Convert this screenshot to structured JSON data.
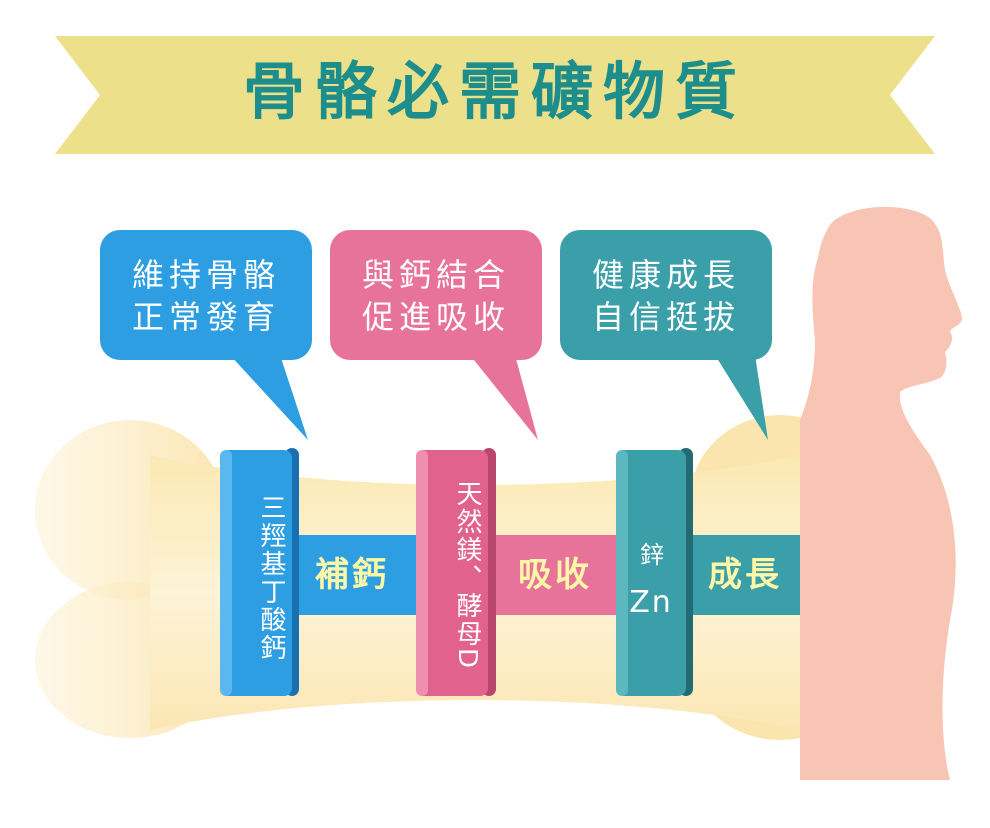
{
  "title": "骨骼必需礦物質",
  "bubbles": [
    {
      "line1": "維持骨骼",
      "line2": "正常發育"
    },
    {
      "line1": "與鈣結合",
      "line2": "促進吸收"
    },
    {
      "line1": "健康成長",
      "line2": "自信挺拔"
    }
  ],
  "rings": [
    {
      "label": "三羥基丁酸鈣"
    },
    {
      "label": "天然鎂、酵母D"
    },
    {
      "label_top": "鋅",
      "label_bottom": "Zn"
    }
  ],
  "bands": [
    {
      "label": "補鈣"
    },
    {
      "label": "吸收"
    },
    {
      "label": "成長"
    }
  ],
  "colors": {
    "title_banner": "#ece18a",
    "title_text": "#1d8e8c",
    "blue": "#2e9ee2",
    "pink": "#e8739a",
    "teal": "#3a9fa8",
    "bone": "#fbe9b8",
    "silhouette": "#f8c5b5"
  }
}
